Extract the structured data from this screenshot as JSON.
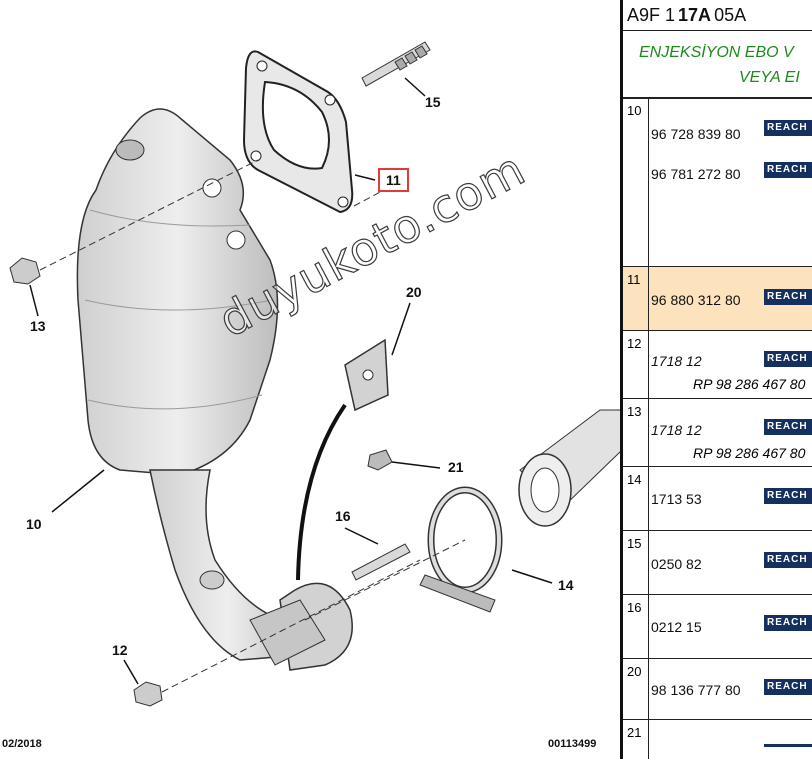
{
  "diagram": {
    "watermark": "duyukoto.com",
    "footer_date": "02/2018",
    "footer_ref": "00113499",
    "callouts": [
      {
        "label": "15"
      },
      {
        "label": "11",
        "highlighted": true
      },
      {
        "label": "13"
      },
      {
        "label": "20"
      },
      {
        "label": "21"
      },
      {
        "label": "10"
      },
      {
        "label": "16"
      },
      {
        "label": "14"
      },
      {
        "label": "12"
      }
    ]
  },
  "panel": {
    "code_a": "A9F 1",
    "code_b": "17A",
    "code_c": "05A",
    "subtitle_line1": "ENJEKSİYON EBO V",
    "subtitle_line2": "VEYA EI",
    "reach_label": "REACH",
    "colors": {
      "highlight_row": "#fde3bd",
      "subtitle": "#1b8a1b",
      "badge": "#15305e"
    },
    "rows": [
      {
        "num": "10",
        "parts": [
          "96 728 839 80",
          "96 781 272 80"
        ]
      },
      {
        "num": "11",
        "parts": [
          "96 880 312 80"
        ]
      },
      {
        "num": "12",
        "parts": [
          "1718 12"
        ],
        "rp": "RP 98 286 467 80"
      },
      {
        "num": "13",
        "parts": [
          "1718 12"
        ],
        "rp": "RP 98 286 467 80"
      },
      {
        "num": "14",
        "parts": [
          "1713 53"
        ]
      },
      {
        "num": "15",
        "parts": [
          "0250 82"
        ]
      },
      {
        "num": "16",
        "parts": [
          "0212 15"
        ]
      },
      {
        "num": "20",
        "parts": [
          "98 136 777 80"
        ]
      },
      {
        "num": "21",
        "parts": []
      }
    ]
  }
}
